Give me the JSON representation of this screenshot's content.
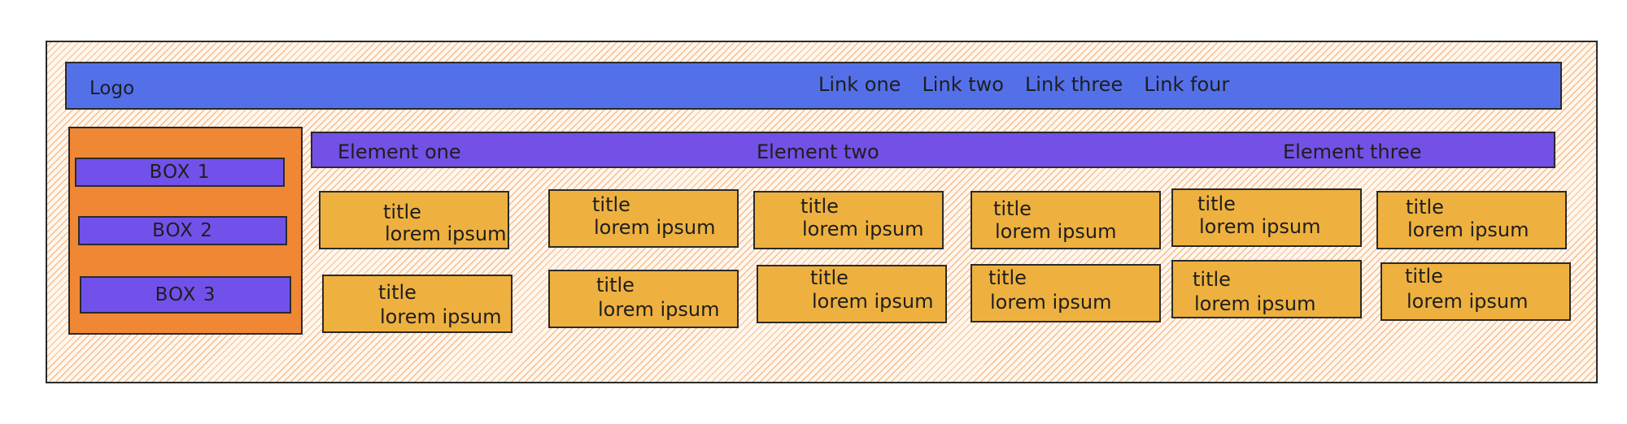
{
  "header": {
    "logo": "Logo",
    "links": [
      "Link one",
      "Link two",
      "Link three",
      "Link four"
    ]
  },
  "sidebar": {
    "boxes": [
      "BOX 1",
      "BOX 2",
      "BOX 3"
    ]
  },
  "subnav": {
    "items": [
      "Element one",
      "Element two",
      "Element three"
    ]
  },
  "cards": [
    {
      "title": "title",
      "text": "lorem ipsum"
    },
    {
      "title": "title",
      "text": "lorem ipsum"
    },
    {
      "title": "title",
      "text": "lorem ipsum"
    },
    {
      "title": "title",
      "text": "lorem ipsum"
    },
    {
      "title": "title",
      "text": "lorem ipsum"
    },
    {
      "title": "title",
      "text": "lorem ipsum"
    },
    {
      "title": "title",
      "text": "lorem ipsum"
    },
    {
      "title": "title",
      "text": "lorem ipsum"
    },
    {
      "title": "title",
      "text": "lorem ipsum"
    },
    {
      "title": "title",
      "text": "lorem ipsum"
    },
    {
      "title": "title",
      "text": "lorem ipsum"
    },
    {
      "title": "title",
      "text": "lorem ipsum"
    }
  ],
  "colors": {
    "frame_hatch": "#f18c3c",
    "header": "#5470e9",
    "sidebar": "#ef8735",
    "box": "#7251ea",
    "subnav": "#7350e6",
    "card": "#eeb13f"
  }
}
